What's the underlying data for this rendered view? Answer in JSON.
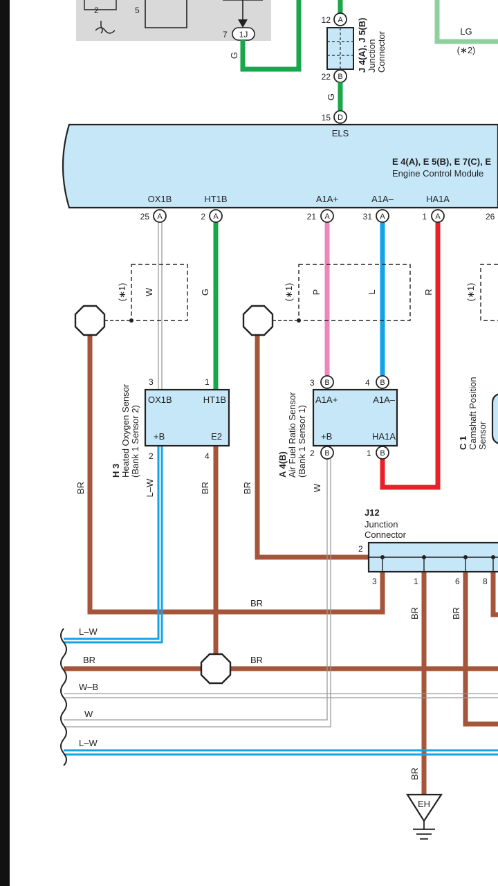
{
  "ecm": {
    "ref": "E 4(A), E 5(B), E 7(C), E",
    "name": "Engine Control Module",
    "els": "ELS",
    "terminals": [
      {
        "label": "OX1B",
        "pin": "25",
        "conn": "A"
      },
      {
        "label": "HT1B",
        "pin": "2",
        "conn": "A"
      },
      {
        "label": "A1A+",
        "pin": "21",
        "conn": "A"
      },
      {
        "label": "A1A–",
        "pin": "31",
        "conn": "A"
      },
      {
        "label": "HA1A",
        "pin": "1",
        "conn": "A"
      },
      {
        "label": "",
        "pin": "26",
        "conn": ""
      }
    ]
  },
  "top_fragment": {
    "pin_2": "2",
    "pin_5": "5",
    "pin_7": "7",
    "plug_1j": "1J",
    "wire_g": "G",
    "wire_lg": "LG",
    "note_2": "(∗2)"
  },
  "junction_j4": {
    "ref": "J 4(A), J 5(B)",
    "line1": "Junction",
    "line2": "Connector",
    "pin_12": "12",
    "conn_12": "A",
    "pin_22": "22",
    "conn_22": "B",
    "pin_15": "15",
    "conn_15": "D",
    "wire_g": "G"
  },
  "shield_note": "(∗1)",
  "wires": {
    "w": "W",
    "g": "G",
    "p": "P",
    "l": "L",
    "r": "R",
    "br": "BR",
    "lw": "L–W",
    "wb": "W–B"
  },
  "sensor_h3": {
    "ref": "H 3",
    "line1": "Heated Oxygen Sensor",
    "line2": "(Bank 1 Sensor 2)",
    "t_ox1b": "OX1B",
    "t_ht1b": "HT1B",
    "t_b": "+B",
    "t_e2": "E2",
    "p3": "3",
    "p1": "1",
    "p2": "2",
    "p4": "4"
  },
  "sensor_a4": {
    "ref": "A 4(B)",
    "line1": "Air Fuel Ratio Sensor",
    "line2": "(Bank 1 Sensor 1)",
    "t_a1ap": "A1A+",
    "t_a1am": "A1A–",
    "t_b": "+B",
    "t_ha1a": "HA1A",
    "p3": "3",
    "p4": "4",
    "p2": "2",
    "p1": "1",
    "conn": "B"
  },
  "sensor_c1": {
    "ref": "C 1",
    "line1": "Camshaft Position",
    "line2": "Sensor"
  },
  "junction_j12": {
    "ref": "J12",
    "line1": "Junction",
    "line2": "Connector",
    "p2": "2",
    "p3": "3",
    "p1": "1",
    "p6": "6",
    "p8": "8"
  },
  "ground": {
    "label": "EH"
  },
  "colors": {
    "green": "#1aa64a",
    "light_green": "#8fd19e",
    "pink": "#ee86bb",
    "blue": "#16a3e6",
    "red": "#e8202a",
    "brown": "#a5553a",
    "gray_wire": "#9a9a9a",
    "box_fill": "#c6e7f8",
    "panel": "#d9d9d9"
  }
}
